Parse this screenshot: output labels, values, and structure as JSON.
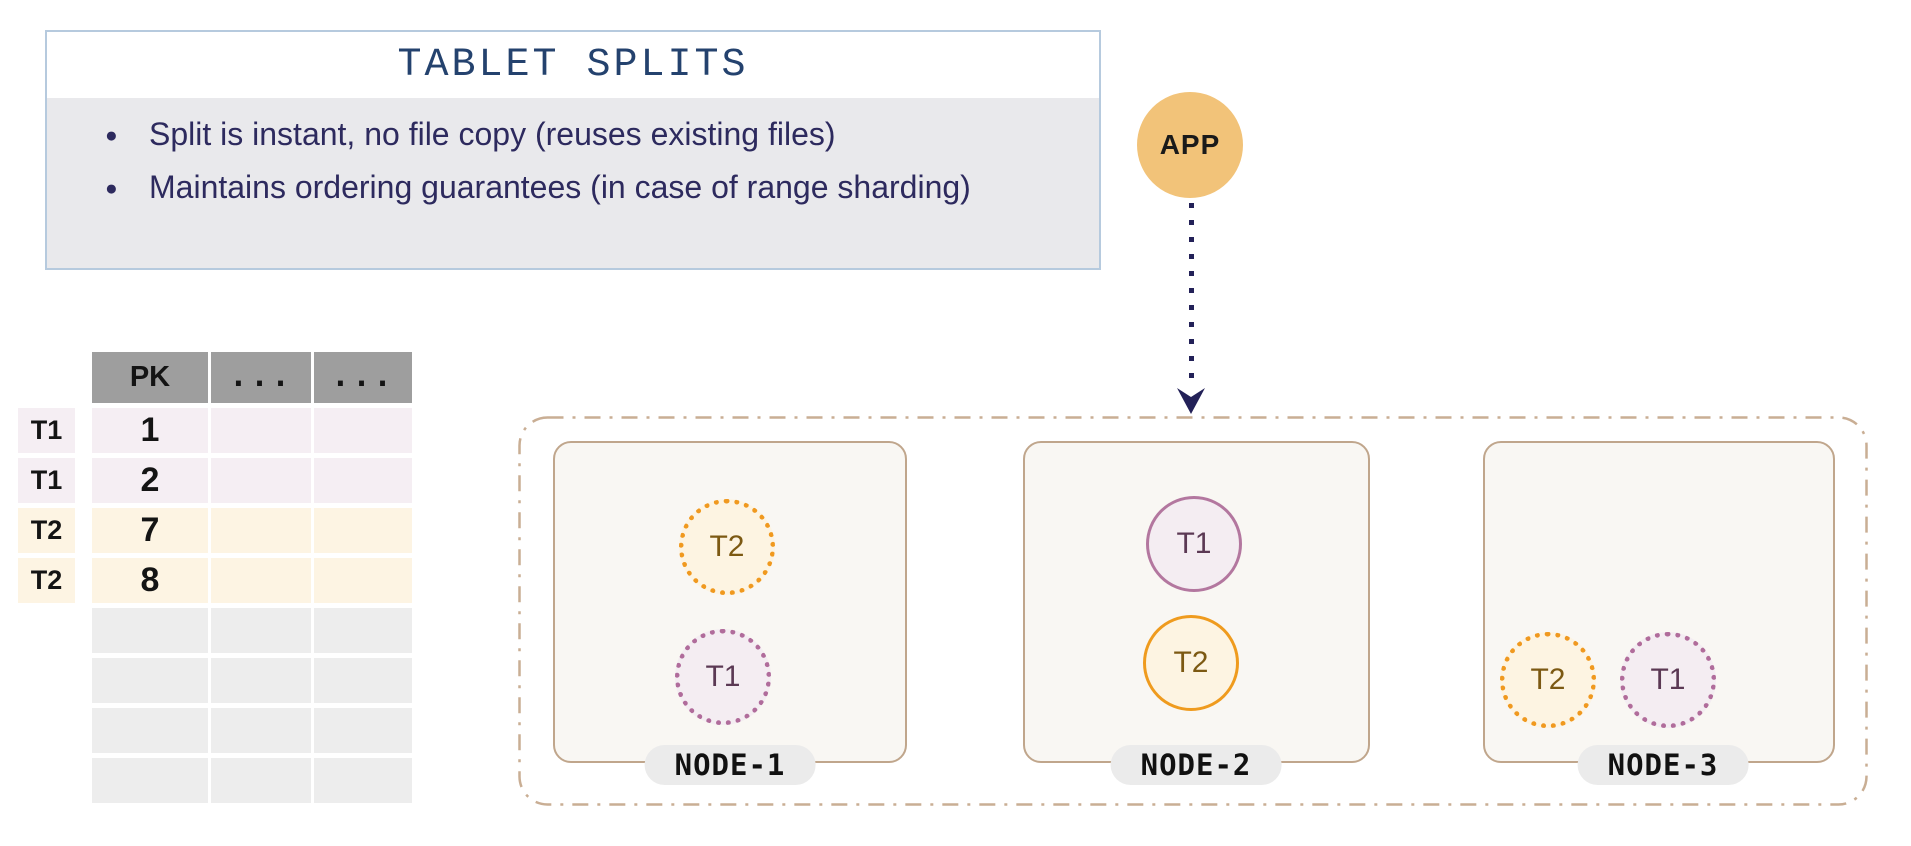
{
  "info_box": {
    "title": "TABLET SPLITS",
    "bullets": [
      "Split is instant, no file copy (reuses existing files)",
      "Maintains ordering guarantees (in case of range sharding)"
    ]
  },
  "app": {
    "label": "APP"
  },
  "table": {
    "headers": [
      "PK",
      "...",
      "..."
    ],
    "rows": [
      {
        "label": "T1",
        "pk": "1"
      },
      {
        "label": "T1",
        "pk": "2"
      },
      {
        "label": "T2",
        "pk": "7"
      },
      {
        "label": "T2",
        "pk": "8"
      }
    ],
    "empty_row_count": 4
  },
  "cluster": {
    "nodes": [
      {
        "name": "NODE-1",
        "tablets": [
          {
            "label": "T2",
            "style": "dotted"
          },
          {
            "label": "T1",
            "style": "dotted"
          }
        ]
      },
      {
        "name": "NODE-2",
        "tablets": [
          {
            "label": "T1",
            "style": "solid"
          },
          {
            "label": "T2",
            "style": "solid"
          }
        ]
      },
      {
        "name": "NODE-3",
        "tablets": [
          {
            "label": "T2",
            "style": "dotted"
          },
          {
            "label": "T1",
            "style": "dotted"
          }
        ]
      }
    ]
  },
  "colors": {
    "title_text": "#24426e",
    "bullet_text": "#2d2a5e",
    "info_border": "#b6cade",
    "info_body_bg": "#e9e9ec",
    "app_circle": "#f2c379",
    "arrow": "#232158",
    "cluster_border": "#c9ae94",
    "node_border": "#c0a68c",
    "node_bg": "#f9f7f3",
    "tablet_t1_fill": "#f4edf2",
    "tablet_t1_border": "#b06c9b",
    "tablet_t2_fill": "#fdf4e2",
    "tablet_t2_border": "#f0991f",
    "table_header_bg": "#9e9e9e",
    "row_t1_bg": "#f5eef3",
    "row_t2_bg": "#fdf4e3",
    "row_empty_bg": "#ededed"
  }
}
